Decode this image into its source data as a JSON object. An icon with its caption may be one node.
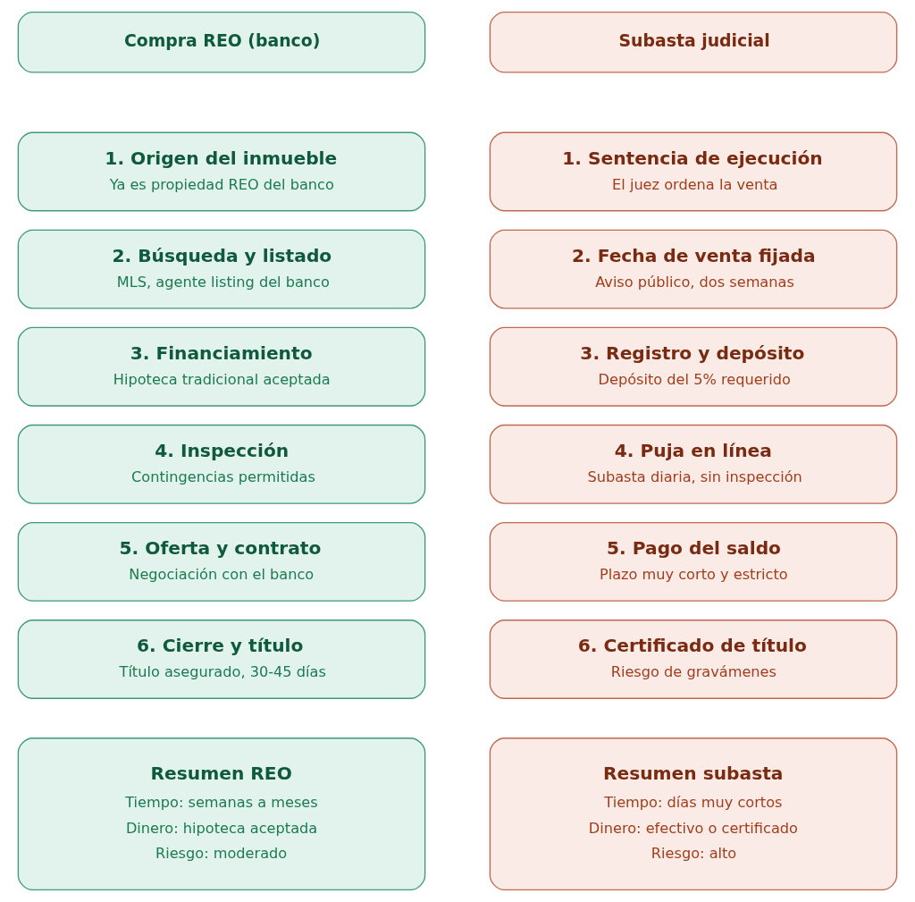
{
  "diagram": {
    "nodes": [
      {
        "text": [
          "Compra REO (banco)"
        ]
      },
      {
        "text": [
          "Subasta judicial"
        ]
      },
      {
        "text": [
          "1. Origen del inmueble",
          "Ya es propiedad REO del banco"
        ]
      },
      {
        "text": [
          "1. Sentencia de ejecución",
          "El juez ordena la venta"
        ]
      },
      {
        "text": [
          "2. Búsqueda y listado",
          "MLS, agente listing del banco"
        ]
      },
      {
        "text": [
          "2. Fecha de venta fijada",
          "Aviso público, dos semanas"
        ]
      },
      {
        "text": [
          "3. Financiamiento",
          "Hipoteca tradicional aceptada"
        ]
      },
      {
        "text": [
          "3. Registro y depósito",
          "Depósito del 5% requerido"
        ]
      },
      {
        "text": [
          "4. Inspección",
          "Contingencias permitidas"
        ]
      },
      {
        "text": [
          "4. Puja en línea",
          "Subasta diaria, sin inspección"
        ]
      },
      {
        "text": [
          "5. Oferta y contrato",
          "Negociación con el banco"
        ]
      },
      {
        "text": [
          "5. Pago del saldo",
          "Plazo muy corto y estricto"
        ]
      },
      {
        "text": [
          "6. Cierre y título",
          "Título asegurado, 30-45 días"
        ]
      },
      {
        "text": [
          "6. Certificado de título",
          "Riesgo de gravámenes"
        ]
      },
      {
        "text": [
          "Resumen REO",
          "Tiempo: semanas a meses",
          "Dinero: hipoteca aceptada",
          "Riesgo: moderado"
        ]
      },
      {
        "text": [
          "Resumen subasta",
          "Tiempo: días muy cortos",
          "Dinero: efectivo o certificado",
          "Riesgo: alto"
        ]
      }
    ]
  }
}
